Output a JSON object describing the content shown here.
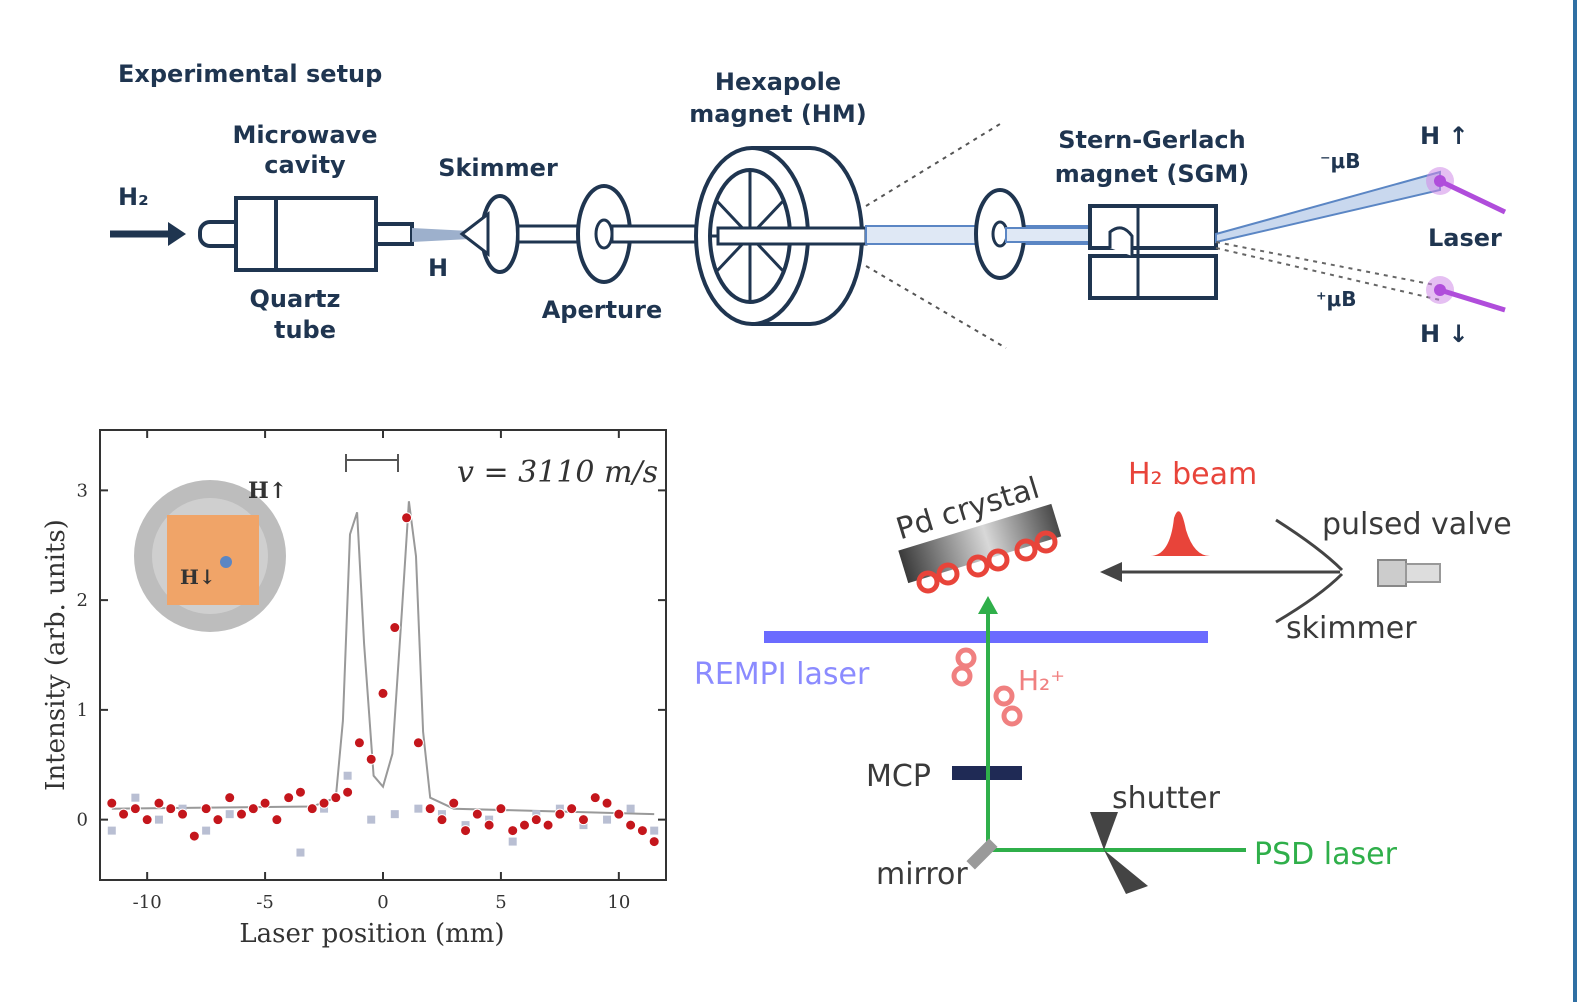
{
  "setup": {
    "title": "Experimental setup",
    "labels": {
      "h2_in": "H₂",
      "cavity": [
        "Microwave",
        "cavity"
      ],
      "quartz": [
        "Quartz",
        "tube"
      ],
      "h": "H",
      "skimmer": "Skimmer",
      "aperture": "Aperture",
      "hexapole": [
        "Hexapole",
        "magnet (HM)"
      ],
      "sgm": [
        "Stern-Gerlach",
        "magnet (SGM)"
      ],
      "mu_minus": "⁻μB",
      "mu_plus": "⁺μB",
      "h_up": "H ↑",
      "h_down": "H ↓",
      "laser": "Laser"
    },
    "colors": {
      "ink": "#1f3550",
      "beam": "#5b86c4",
      "laser_spot": "#b04ddb"
    }
  },
  "chart_data": {
    "type": "scatter",
    "xlabel": "Laser position (mm)",
    "ylabel": "Intensity (arb. units)",
    "xlim": [
      -12,
      12
    ],
    "ylim": [
      -0.55,
      3.55
    ],
    "xticks": [
      -10,
      -5,
      0,
      5,
      10
    ],
    "yticks": [
      0,
      1,
      2,
      3
    ],
    "annotation": "v = 3110 m/s",
    "inset_labels": {
      "upper": "H↑",
      "lower": "H↓"
    },
    "series": [
      {
        "color": "#c4161c",
        "x": [
          -11.5,
          -11,
          -10.5,
          -10,
          -9.5,
          -9,
          -8.5,
          -8,
          -7.5,
          -7,
          -6.5,
          -6,
          -5.5,
          -5,
          -4.5,
          -4,
          -3.5,
          -3,
          -2.5,
          -2,
          -1.5,
          -1,
          -0.5,
          0,
          0.5,
          1,
          1.5,
          2,
          2.5,
          3,
          3.5,
          4,
          4.5,
          5,
          5.5,
          6,
          6.5,
          7,
          7.5,
          8,
          8.5,
          9,
          9.5,
          10,
          10.5,
          11,
          11.5
        ],
        "y": [
          0.15,
          0.05,
          0.1,
          0.0,
          0.15,
          0.1,
          0.05,
          -0.15,
          0.1,
          0.0,
          0.2,
          0.05,
          0.1,
          0.15,
          0.0,
          0.2,
          0.25,
          0.1,
          0.15,
          0.2,
          0.25,
          0.7,
          0.55,
          1.15,
          1.75,
          2.75,
          0.7,
          0.1,
          0.0,
          0.15,
          -0.1,
          0.05,
          -0.05,
          0.1,
          -0.1,
          -0.05,
          0.0,
          -0.05,
          0.05,
          0.1,
          0.0,
          0.2,
          0.15,
          0.05,
          -0.05,
          -0.1,
          -0.2
        ]
      },
      {
        "color": "#b9bfd3",
        "x": [
          -11.5,
          -10.5,
          -9.5,
          -8.5,
          -7.5,
          -6.5,
          -5.5,
          -4.5,
          -3.5,
          -2.5,
          -1.5,
          -0.5,
          0.5,
          1.5,
          2.5,
          3.5,
          4.5,
          5.5,
          6.5,
          7.5,
          8.5,
          9.5,
          10.5,
          11.5
        ],
        "y": [
          -0.1,
          0.2,
          0.0,
          0.1,
          -0.1,
          0.05,
          0.1,
          0.0,
          -0.3,
          0.1,
          0.4,
          0.0,
          0.05,
          0.1,
          0.05,
          -0.05,
          0.0,
          -0.2,
          0.05,
          0.1,
          -0.05,
          0.0,
          0.1,
          -0.1
        ]
      }
    ],
    "fit": {
      "color": "#999999",
      "x": [
        -11.5,
        -3,
        -2,
        -1.7,
        -1.4,
        -1.1,
        -0.8,
        -0.4,
        0,
        0.4,
        0.8,
        1.1,
        1.4,
        1.7,
        2,
        3,
        11.5
      ],
      "y": [
        0.1,
        0.12,
        0.2,
        0.9,
        2.6,
        2.8,
        1.6,
        0.4,
        0.3,
        0.6,
        1.9,
        2.9,
        2.4,
        0.8,
        0.2,
        0.1,
        0.05
      ]
    }
  },
  "psd": {
    "labels": {
      "crystal": "Pd crystal",
      "beam": "H₂ beam",
      "valve": "pulsed valve",
      "skimmer": "skimmer",
      "rempi": "REMPI laser",
      "ion": "H₂⁺",
      "mcp": "MCP",
      "shutter": "shutter",
      "psd": "PSD laser",
      "mirror": "mirror"
    },
    "colors": {
      "rempi": "#6b6bff",
      "psd": "#2faf4a",
      "beam": "#e8443a",
      "mcp": "#1f2a55"
    }
  }
}
